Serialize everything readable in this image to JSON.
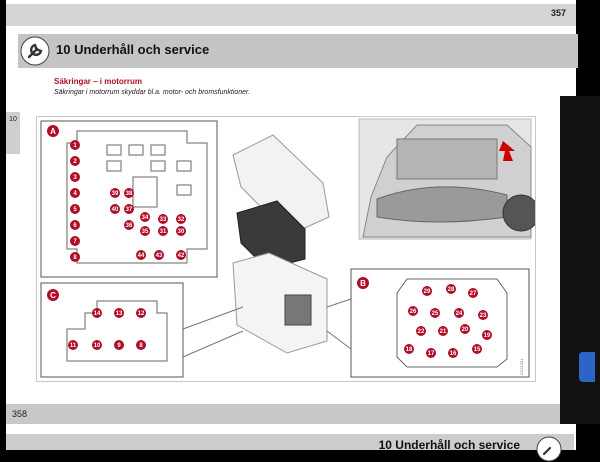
{
  "top_page_number": "357",
  "chapter_title": "10 Underhåll och service",
  "section": {
    "title": "Säkringar – i motorrum",
    "description": "Säkringar i motorrum skyddar bl.a. motor- och bromsfunktioner."
  },
  "side_tab": "10",
  "figure": {
    "callouts": [
      "A",
      "B",
      "C"
    ],
    "panel_a_numbers": [
      "1",
      "2",
      "3",
      "4",
      "5",
      "6",
      "7",
      "8",
      "39",
      "38",
      "40",
      "37",
      "34",
      "36",
      "35",
      "33",
      "32",
      "31",
      "30",
      "44",
      "43",
      "42"
    ],
    "panel_b_numbers": [
      "29",
      "28",
      "27",
      "26",
      "25",
      "24",
      "23",
      "22",
      "21",
      "20",
      "19",
      "18",
      "17",
      "16",
      "15"
    ],
    "panel_c_numbers": [
      "14",
      "13",
      "12",
      "11",
      "10",
      "9",
      "8"
    ],
    "figure_code": "G021051"
  },
  "page_number": "358",
  "next_chapter_title": "10 Underhåll och service",
  "colors": {
    "accent": "#b00d27",
    "header": "#c4c4c4"
  }
}
